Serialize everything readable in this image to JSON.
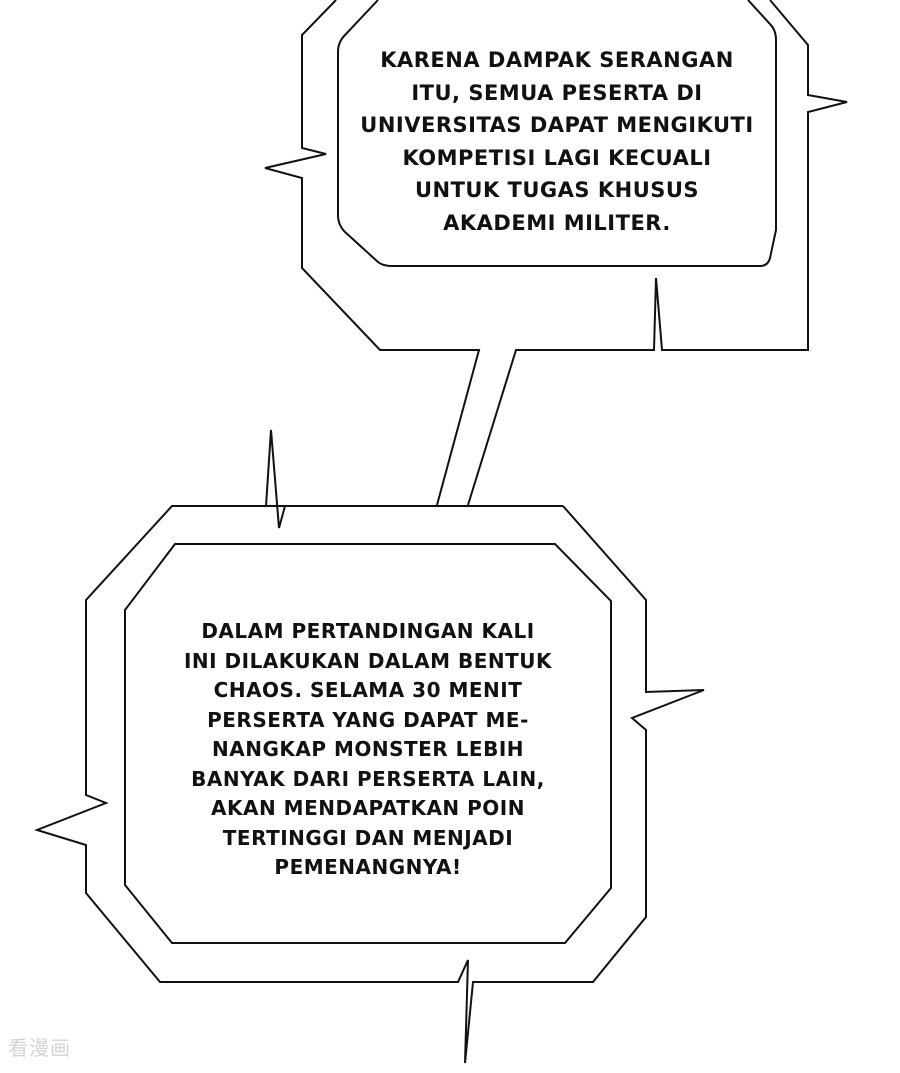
{
  "panel": {
    "background": "#ffffff",
    "stroke_color": "#111111"
  },
  "bubble_top": {
    "lines": [
      "KARENA DAMPAK SERANGAN",
      "ITU, SEMUA PESERTA DI",
      "UNIVERSITAS DAPAT MENGIKUTI",
      "KOMPETISI LAGI KECUALI",
      "UNTUK TUGAS KHUSUS",
      "AKADEMI MILITER."
    ]
  },
  "bubble_bottom": {
    "lines": [
      "DALAM PERTANDINGAN KALI",
      "INI DILAKUKAN DALAM BENTUK",
      "CHAOS. SELAMA 30 MENIT",
      "PERSERTA YANG DAPAT ME-",
      "NANGKAP MONSTER LEBIH",
      "BANYAK DARI PERSERTA LAIN,",
      "AKAN MENDAPATKAN POIN",
      "TERTINGGI DAN MENJADI",
      "PEMENANGNYA!"
    ]
  },
  "watermark": "看漫画"
}
